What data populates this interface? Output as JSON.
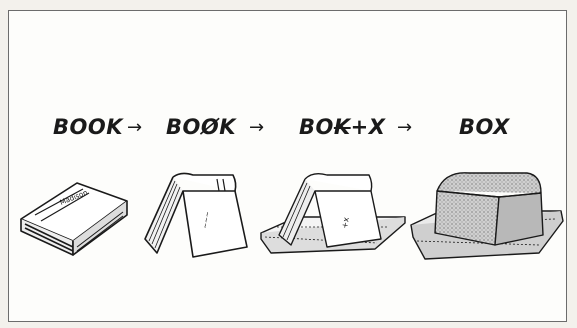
{
  "sequence": {
    "steps": [
      {
        "label": "BOOK"
      },
      {
        "label": "BOØK"
      },
      {
        "label_prefix": "BO",
        "label_struck": "K",
        "label_suffix": "+X"
      },
      {
        "label": "BOX"
      }
    ],
    "arrow": "→"
  },
  "illustrations": [
    {
      "icon": "closed-book-icon",
      "cover_text": "Madison"
    },
    {
      "icon": "standing-book-icon"
    },
    {
      "icon": "book-on-bricks-icon"
    },
    {
      "icon": "box-icon"
    }
  ]
}
